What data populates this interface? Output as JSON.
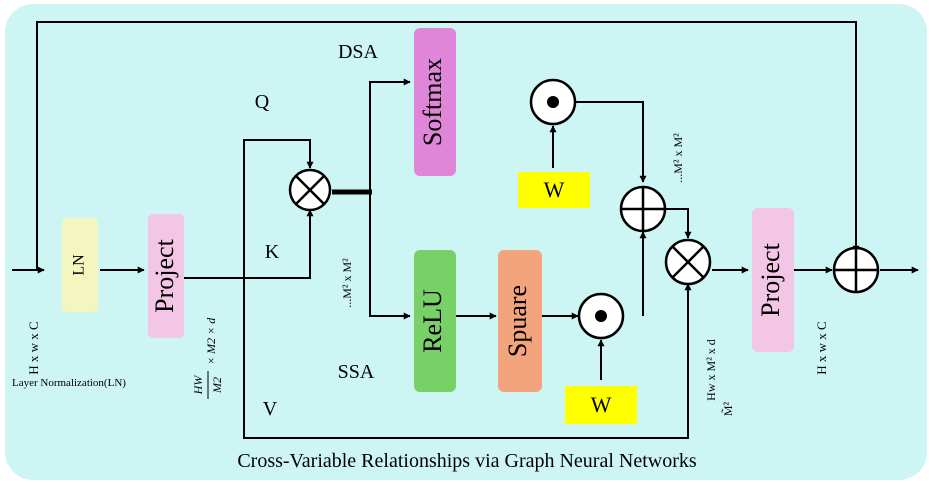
{
  "caption": "Cross-Variable Relationships via Graph Neural Networks",
  "labels": {
    "input_dims": "H x w x C",
    "output_dims": "H x w x C",
    "ln_full": "Layer Normalization(LN)",
    "q": "Q",
    "k": "K",
    "v": "V",
    "dsa": "DSA",
    "ssa": "SSA",
    "dim_mid": "...M² x M²",
    "dim_top": "...M² x M²",
    "proj_dim_main": "× M2 × d",
    "proj_frac_num": "HW",
    "proj_frac_den": "M2",
    "out_dim_main": "Hw x M² x d",
    "out_dim_sub": "M̃²"
  },
  "blocks": {
    "ln": "LN",
    "project_in": "Project",
    "softmax": "Softmax",
    "relu": "ReLU",
    "square": "Spuare",
    "w_top": "W",
    "w_bottom": "W",
    "project_out": "Project"
  },
  "colors": {
    "background": "#ccf5f3",
    "ln": "#f3f6be",
    "project": "#f2c6e4",
    "softmax": "#df86d8",
    "relu": "#78d167",
    "square": "#f4a47c",
    "weight": "#ffff00",
    "line": "#000000"
  }
}
